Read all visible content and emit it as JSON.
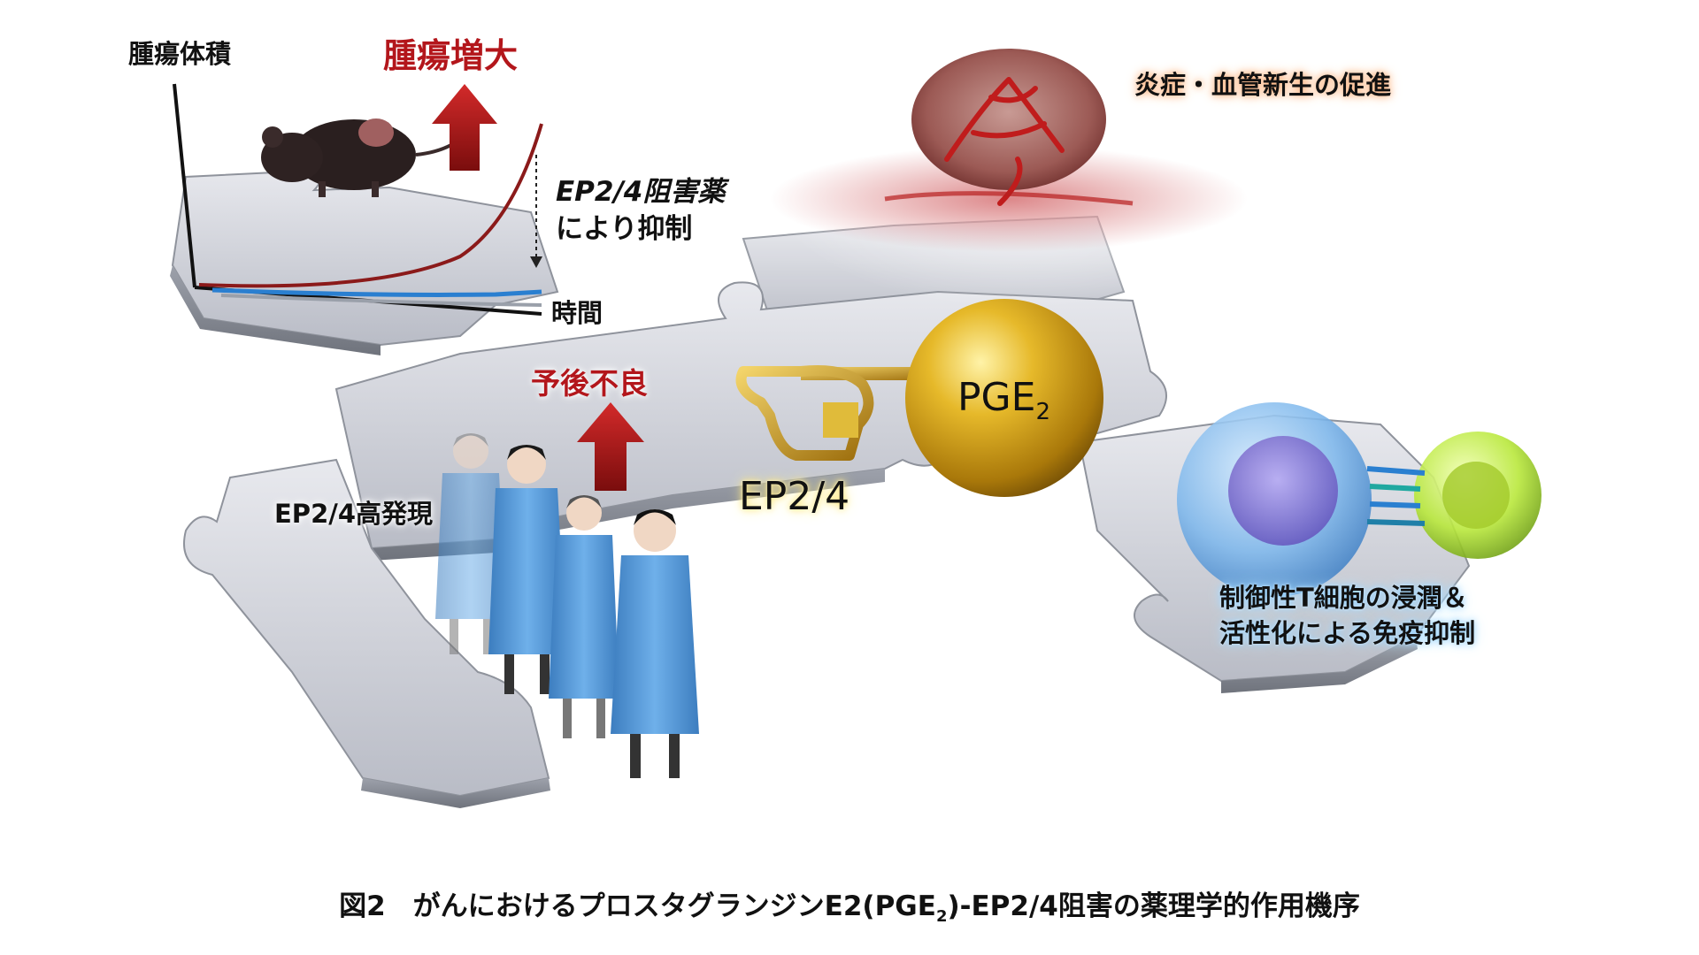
{
  "graph": {
    "y_label": "腫瘍体積",
    "x_label": "時間",
    "increase_label": "腫瘍増大",
    "inhibit_label_1": "EP2/4阻害薬",
    "inhibit_label_2": "により抑制"
  },
  "angiogenesis_label": "炎症・血管新生の促進",
  "prognosis_label": "予後不良",
  "expression_label": "EP2/4高発現",
  "receptor_label": "EP2/4",
  "ligand": {
    "main": "PGE",
    "sub": "2"
  },
  "treg_label_1": "制御性T細胞の浸潤＆",
  "treg_label_2": "活性化による免疫抑制",
  "caption": {
    "prefix": "図2　がんにおけるプロスタグランジンE2(PGE",
    "sub": "2",
    "suffix": ")-EP2/4阻害の薬理学的作用機序"
  },
  "colors": {
    "accent_red": "#b3161b",
    "tumor_curve": "#8b1a1a",
    "treated_curve": "#2a7fd0",
    "gold": "#d7aa1e",
    "cell_blue": "#7fb8ec",
    "cell_green": "#b9e83c",
    "gown_blue": "#4a8fd0"
  }
}
